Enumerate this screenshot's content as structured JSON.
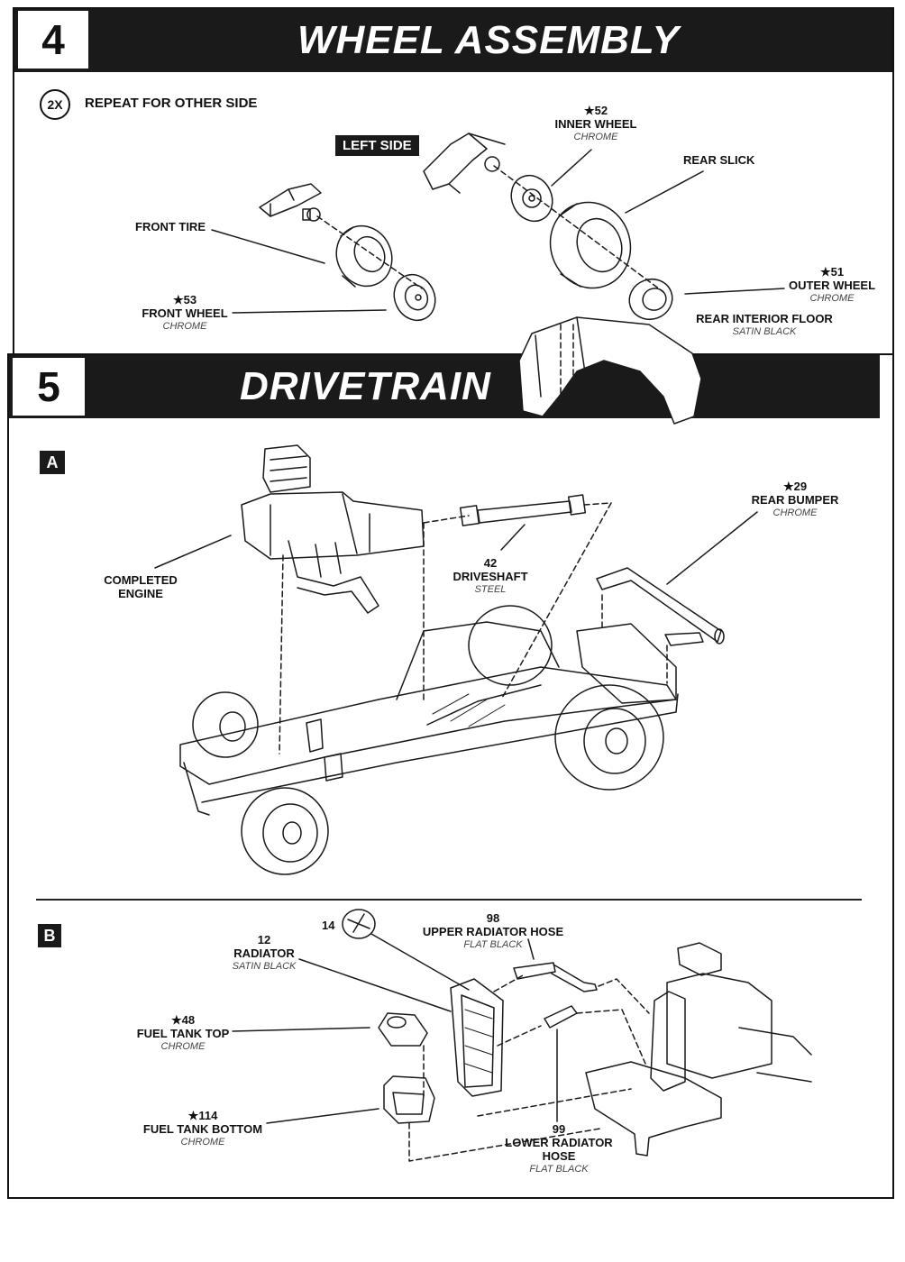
{
  "step4": {
    "number": "4",
    "title": "WHEEL ASSEMBLY",
    "repeat_badge": "2X",
    "repeat_text": "REPEAT FOR OTHER SIDE",
    "side_tag": "LEFT SIDE",
    "parts": {
      "inner_wheel": {
        "num": "★52",
        "name": "INNER WHEEL",
        "finish": "CHROME"
      },
      "rear_slick": {
        "name": "REAR SLICK"
      },
      "front_tire": {
        "name": "FRONT TIRE"
      },
      "front_wheel": {
        "num": "★53",
        "name": "FRONT WHEEL",
        "finish": "CHROME"
      },
      "outer_wheel": {
        "num": "★51",
        "name": "OUTER WHEEL",
        "finish": "CHROME"
      },
      "rear_interior_floor": {
        "name": "REAR INTERIOR FLOOR",
        "finish": "SATIN BLACK"
      }
    }
  },
  "step5": {
    "number": "5",
    "title": "DRIVETRAIN",
    "subA": {
      "label": "A",
      "parts": {
        "completed_engine": {
          "line1": "COMPLETED",
          "line2": "ENGINE"
        },
        "driveshaft": {
          "num": "42",
          "name": "DRIVESHAFT",
          "finish": "STEEL"
        },
        "rear_bumper": {
          "num": "★29",
          "name": "REAR BUMPER",
          "finish": "CHROME"
        }
      }
    },
    "subB": {
      "label": "B",
      "parts": {
        "part14": {
          "num": "14"
        },
        "upper_radiator_hose": {
          "num": "98",
          "name": "UPPER RADIATOR HOSE",
          "finish": "FLAT BLACK"
        },
        "radiator": {
          "num": "12",
          "name": "RADIATOR",
          "finish": "SATIN BLACK"
        },
        "fuel_tank_top": {
          "num": "★48",
          "name": "FUEL TANK TOP",
          "finish": "CHROME"
        },
        "fuel_tank_bottom": {
          "num": "★114",
          "name": "FUEL TANK BOTTOM",
          "finish": "CHROME"
        },
        "lower_radiator_hose": {
          "num": "99",
          "name1": "LOWER RADIATOR",
          "name2": "HOSE",
          "finish": "FLAT BLACK"
        }
      }
    }
  }
}
